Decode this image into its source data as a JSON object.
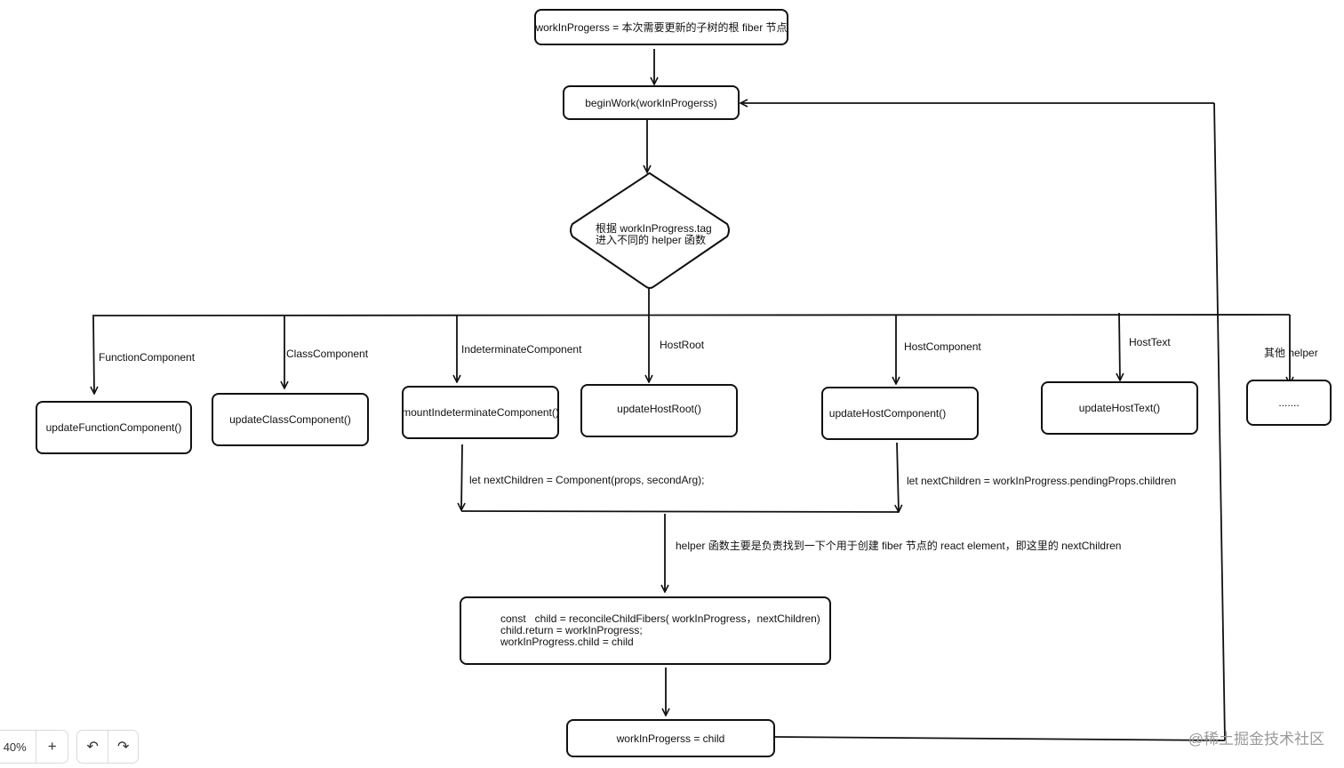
{
  "nodes": {
    "root": "workInProgerss = 本次需要更新的子树的根 fiber 节点",
    "begin_work": "beginWork(workInProgerss)",
    "decision": "根据 workInProgress.tag\n进入不同的 helper 函数",
    "update_function": "updateFunctionComponent()",
    "update_class": "updateClassComponent()",
    "mount_indeterminate": "mountIndeterminateComponent()",
    "update_host_root": "updateHostRoot()",
    "update_host_component": "updateHostComponent()",
    "update_host_text": "updateHostText()",
    "other": ".......",
    "reconcile": "const   child = reconcileChildFibers( workInProgress，nextChildren)\nchild.return = workInProgress;\nworkInProgress.child = child",
    "assign_child": "workInProgerss = child"
  },
  "edge_labels": {
    "function_component": "FunctionComponent",
    "class_component": "ClassComponent",
    "indeterminate_component": "IndeterminateComponent",
    "host_root": "HostRoot",
    "host_component": "HostComponent",
    "host_text": "HostText",
    "other_helper": "其他 helper",
    "next_children_component": "let nextChildren = Component(props, secondArg);",
    "next_children_pending": "let nextChildren = workInProgress.pendingProps.children",
    "helper_note": "helper 函数主要是负责找到一下个用于创建 fiber 节点的 react element，即这里的 nextChildren"
  },
  "toolbar": {
    "zoom": "40%",
    "zoom_in": "+",
    "undo": "↶",
    "redo": "↷"
  },
  "watermark": "@稀土掘金技术社区"
}
